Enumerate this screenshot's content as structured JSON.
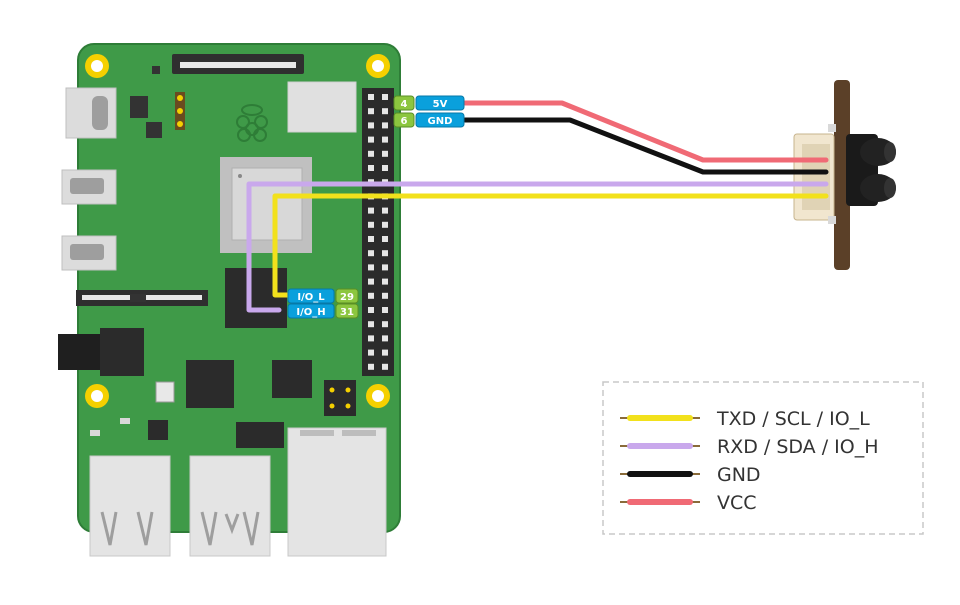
{
  "colors": {
    "board": "#3f9a48",
    "board_edge": "#2e7d37",
    "wire_5v": "#f06a75",
    "wire_gnd": "#111111",
    "wire_rx": "#c9a8ec",
    "wire_tx": "#f2e11c",
    "pin_num_bg": "#8cc63f",
    "pin_label_bg": "#0aa0dc",
    "mount_hole": "#f5d000"
  },
  "pins": {
    "p4": {
      "num": "4",
      "label": "5V"
    },
    "p6": {
      "num": "6",
      "label": "GND"
    },
    "p29": {
      "num": "29",
      "label": "I/O_L"
    },
    "p31": {
      "num": "31",
      "label": "I/O_H"
    }
  },
  "legend": {
    "items": [
      {
        "label": "TXD / SCL / IO_L",
        "color": "#f2e11c"
      },
      {
        "label": "RXD / SDA / IO_H",
        "color": "#c9a8ec"
      },
      {
        "label": "GND",
        "color": "#111111"
      },
      {
        "label": "VCC",
        "color": "#f06a75"
      }
    ]
  }
}
